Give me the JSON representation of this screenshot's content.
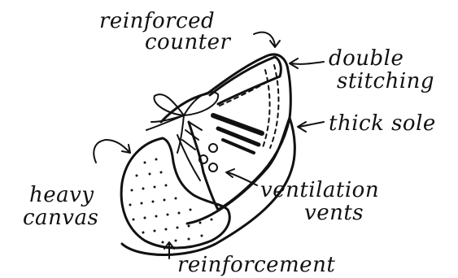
{
  "labels": {
    "reinforced_counter_line1": "reinforced",
    "reinforced_counter_line2": "counter",
    "double_stitching_line1": "double",
    "double_stitching_line2": "stitching",
    "thick_sole": "thick sole",
    "heavy_canvas_line1": "heavy",
    "heavy_canvas_line2": "canvas",
    "ventilation_vents_line1": "ventilation",
    "ventilation_vents_line2": "vents",
    "reinforcement": "reinforcement"
  }
}
